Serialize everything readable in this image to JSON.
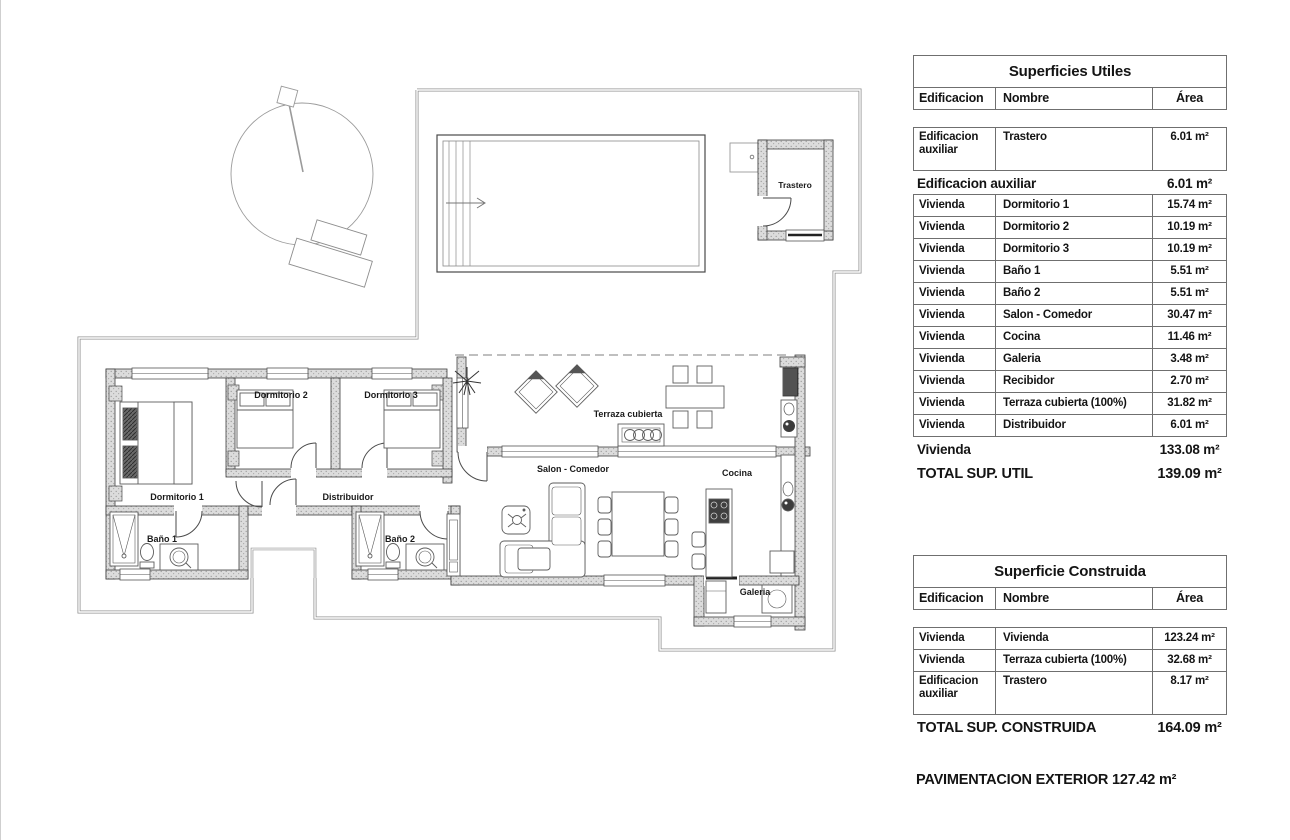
{
  "plan": {
    "labels": {
      "trastero": "Trastero",
      "dormitorio1": "Dormitorio 1",
      "dormitorio2": "Dormitorio 2",
      "dormitorio3": "Dormitorio 3",
      "bano1": "Baño 1",
      "bano2": "Baño 2",
      "distribuidor": "Distribuidor",
      "salon": "Salon - Comedor",
      "cocina": "Cocina",
      "galeria": "Galeria",
      "terraza": "Terraza cubierta"
    }
  },
  "tables": {
    "utiles": {
      "title": "Superficies Utiles",
      "columns": [
        "Edificacion",
        "Nombre",
        "Área"
      ],
      "rows": [
        {
          "type": "data",
          "tall": true,
          "edificacion": "Edificacion auxiliar",
          "nombre": "Trastero",
          "area": "6.01 m²"
        },
        {
          "type": "subtotal",
          "label": "Edificacion auxiliar",
          "area": "6.01 m²"
        },
        {
          "type": "data",
          "edificacion": "Vivienda",
          "nombre": "Dormitorio 1",
          "area": "15.74 m²"
        },
        {
          "type": "data",
          "edificacion": "Vivienda",
          "nombre": "Dormitorio 2",
          "area": "10.19 m²"
        },
        {
          "type": "data",
          "edificacion": "Vivienda",
          "nombre": "Dormitorio 3",
          "area": "10.19 m²"
        },
        {
          "type": "data",
          "edificacion": "Vivienda",
          "nombre": "Baño 1",
          "area": "5.51 m²"
        },
        {
          "type": "data",
          "edificacion": "Vivienda",
          "nombre": "Baño 2",
          "area": "5.51 m²"
        },
        {
          "type": "data",
          "edificacion": "Vivienda",
          "nombre": "Salon - Comedor",
          "area": "30.47 m²"
        },
        {
          "type": "data",
          "edificacion": "Vivienda",
          "nombre": "Cocina",
          "area": "11.46 m²"
        },
        {
          "type": "data",
          "edificacion": "Vivienda",
          "nombre": "Galeria",
          "area": "3.48 m²"
        },
        {
          "type": "data",
          "edificacion": "Vivienda",
          "nombre": "Recibidor",
          "area": "2.70 m²"
        },
        {
          "type": "data",
          "edificacion": "Vivienda",
          "nombre": "Terraza cubierta (100%)",
          "area": "31.82 m²"
        },
        {
          "type": "data",
          "edificacion": "Vivienda",
          "nombre": "Distribuidor",
          "area": "6.01 m²"
        },
        {
          "type": "subtotal",
          "label": "Vivienda",
          "area": "133.08 m²"
        },
        {
          "type": "total",
          "label": "TOTAL SUP. UTIL",
          "area": "139.09 m²"
        }
      ]
    },
    "construida": {
      "title": "Superficie Construida",
      "columns": [
        "Edificacion",
        "Nombre",
        "Área"
      ],
      "rows": [
        {
          "type": "data",
          "edificacion": "Vivienda",
          "nombre": "Vivienda",
          "area": "123.24 m²"
        },
        {
          "type": "data",
          "edificacion": "Vivienda",
          "nombre": "Terraza cubierta (100%)",
          "area": "32.68 m²"
        },
        {
          "type": "data",
          "tall": true,
          "edificacion": "Edificacion auxiliar",
          "nombre": "Trastero",
          "area": "8.17 m²"
        },
        {
          "type": "total",
          "label": "TOTAL SUP. CONSTRUIDA",
          "area": "164.09 m²"
        }
      ]
    },
    "footer": "PAVIMENTACION EXTERIOR 127.42 m²"
  }
}
